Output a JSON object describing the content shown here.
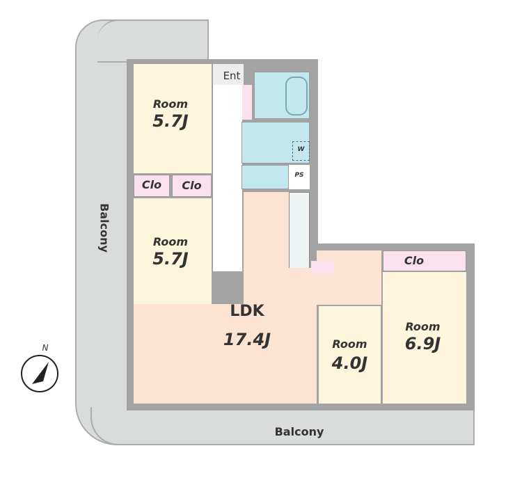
{
  "labels": {
    "entrance": "Ent",
    "room1": {
      "name": "Room",
      "size": "5.7J"
    },
    "room2": {
      "name": "Room",
      "size": "5.7J"
    },
    "closet1": "Clo",
    "closet2": "Clo",
    "closet3": "Clo",
    "washer": "W",
    "pipe_space": "PS",
    "ldk": {
      "name": "LDK",
      "size": "17.4J"
    },
    "room3": {
      "name": "Room",
      "size": "4.0J"
    },
    "room4": {
      "name": "Room",
      "size": "6.9J"
    },
    "balcony_left": "Balcony",
    "balcony_bottom": "Balcony",
    "compass": "N"
  }
}
